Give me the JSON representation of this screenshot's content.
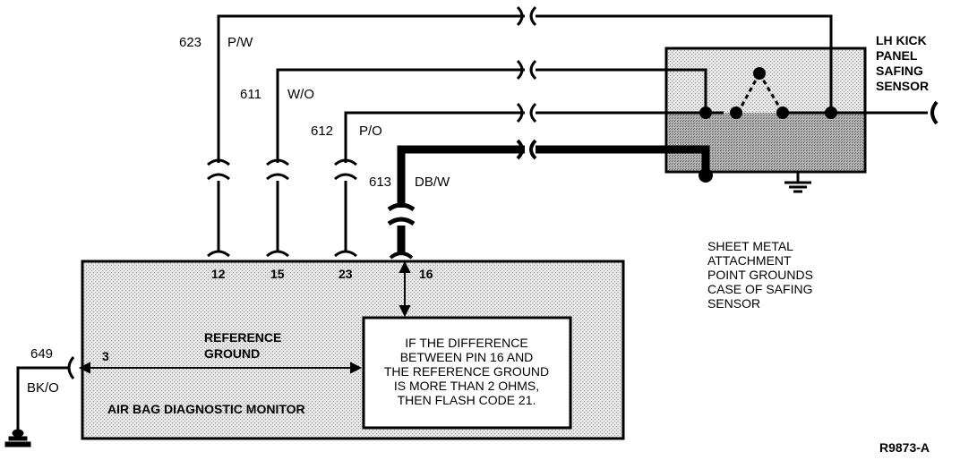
{
  "circuits": {
    "c623": {
      "number": "623",
      "color": "P/W",
      "pin": "12"
    },
    "c611": {
      "number": "611",
      "color": "W/O",
      "pin": "15"
    },
    "c612": {
      "number": "612",
      "color": "P/O",
      "pin": "23"
    },
    "c613": {
      "number": "613",
      "color": "DB/W",
      "pin": "16"
    },
    "c649": {
      "number": "649",
      "color": "BK/O",
      "pin": "3"
    }
  },
  "sensor": {
    "title_lines": [
      "LH KICK",
      "PANEL",
      "SAFING",
      "SENSOR"
    ]
  },
  "ground_note": {
    "lines": [
      "SHEET METAL",
      "ATTACHMENT",
      "POINT GROUNDS",
      "CASE OF SAFING",
      "SENSOR"
    ]
  },
  "monitor": {
    "name": "AIR BAG DIAGNOSTIC MONITOR",
    "reference_ground_lines": [
      "REFERENCE",
      "GROUND"
    ]
  },
  "callout": {
    "lines": [
      "IF THE DIFFERENCE",
      "BETWEEN PIN 16 AND",
      "THE REFERENCE GROUND",
      "IS MORE THAN 2 OHMS,",
      "THEN FLASH CODE 21."
    ]
  },
  "figure_id": "R9873-A"
}
